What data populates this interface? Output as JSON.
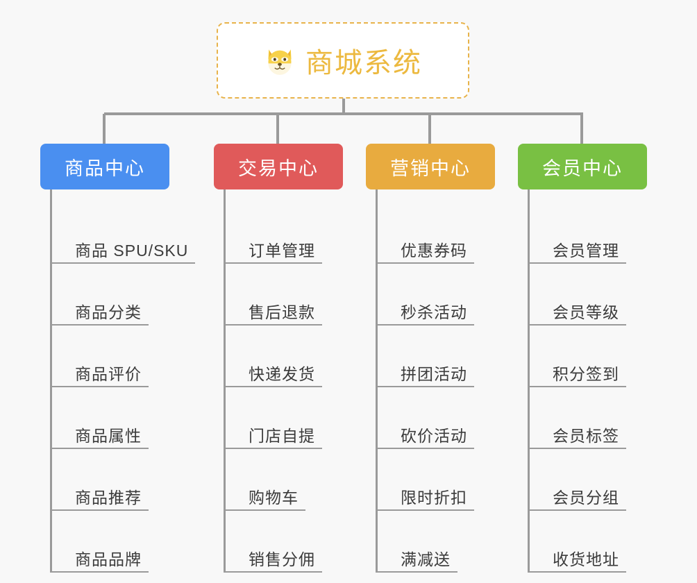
{
  "background_color": "#f8f8f8",
  "root": {
    "icon": "shiba-dog-emoji",
    "title": "商城系统",
    "title_color": "#ecb93f",
    "border_color": "#e8b34a"
  },
  "branches": [
    {
      "title": "商品中心",
      "color": "#4a8ff0",
      "leaves": [
        "商品 SPU/SKU",
        "商品分类",
        "商品评价",
        "商品属性",
        "商品推荐",
        "商品品牌"
      ]
    },
    {
      "title": "交易中心",
      "color": "#e05a5a",
      "leaves": [
        "订单管理",
        "售后退款",
        "快递发货",
        "门店自提",
        "购物车",
        "销售分佣"
      ]
    },
    {
      "title": "营销中心",
      "color": "#e8ab3f",
      "leaves": [
        "优惠券码",
        "秒杀活动",
        "拼团活动",
        "砍价活动",
        "限时折扣",
        "满减送"
      ]
    },
    {
      "title": "会员中心",
      "color": "#79c043",
      "leaves": [
        "会员管理",
        "会员等级",
        "积分签到",
        "会员标签",
        "会员分组",
        "收货地址"
      ]
    }
  ],
  "connector_color": "#9a9a9a"
}
